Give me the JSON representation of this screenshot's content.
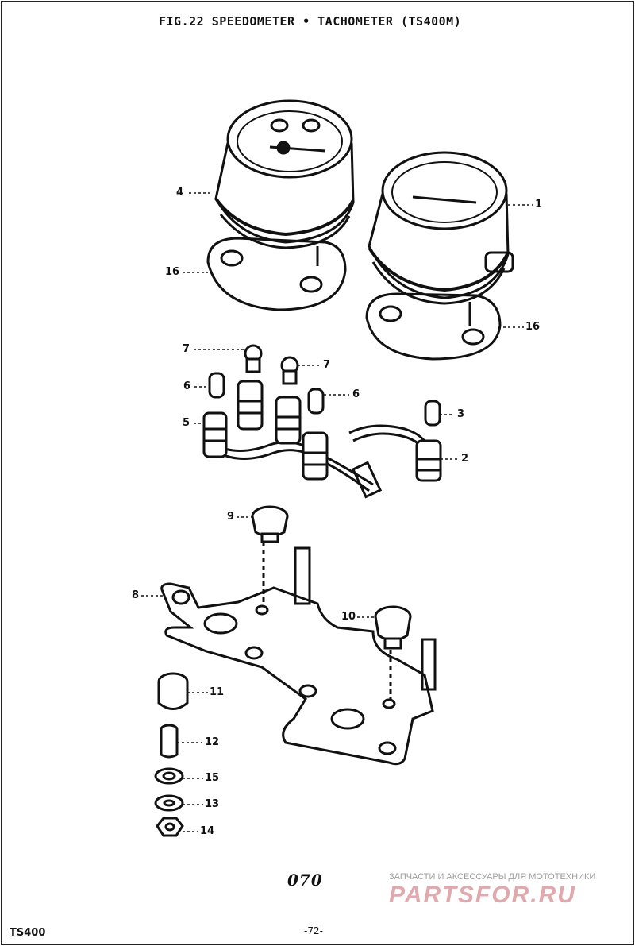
{
  "header": {
    "title": "FIG.22 SPEEDOMETER • TACHOMETER (TS400M)"
  },
  "callouts": {
    "c1": "1",
    "c2": "2",
    "c3": "3",
    "c4": "4",
    "c5": "5",
    "c6a": "6",
    "c6b": "6",
    "c7a": "7",
    "c7b": "7",
    "c8": "8",
    "c9": "9",
    "c10": "10",
    "c11": "11",
    "c12": "12",
    "c13": "13",
    "c14": "14",
    "c15": "15",
    "c16a": "16",
    "c16b": "16"
  },
  "footer": {
    "code": "070",
    "model": "TS400",
    "page": "-72-"
  },
  "watermark": {
    "tagline": "ЗАПЧАСТИ И АКСЕССУАРЫ ДЛЯ МОТОТЕХНИКИ",
    "logo": "PARTSFOR.RU"
  },
  "colors": {
    "ink": "#111111",
    "watermark_text": "#9e9e9e",
    "watermark_logo": "#e0a9ad"
  }
}
